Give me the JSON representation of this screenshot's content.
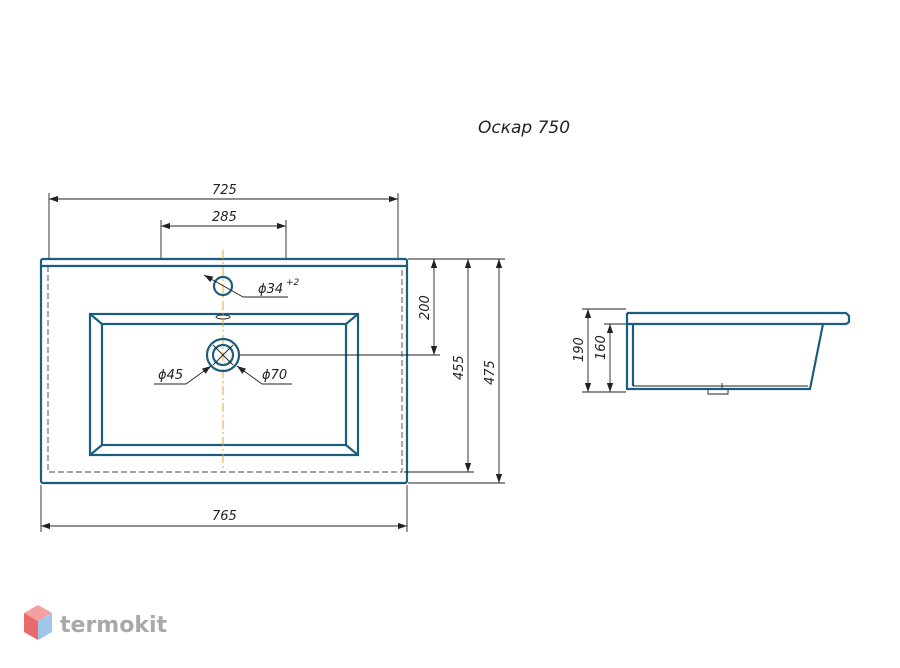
{
  "title": "Оскар 750",
  "dimensions": {
    "top_width": "725",
    "faucet_spacing": "285",
    "faucet_hole": "ϕ34",
    "faucet_tolerance": "+2",
    "bowl_depth_to_drain": "200",
    "inner_depth": "455",
    "total_depth": "475",
    "bottom_width": "765",
    "drain_inner": "ϕ45",
    "drain_outer": "ϕ70",
    "side_total_height": "190",
    "side_bowl_height": "160"
  },
  "brand": {
    "name": "termokit",
    "logo_icon": "cube-logo-icon"
  },
  "colors": {
    "outline": "#1b5e80",
    "centerline": "#e0a020",
    "logo_top": "#f2a0a0",
    "logo_left": "#e86a6a",
    "logo_right": "#9ec5ea"
  }
}
